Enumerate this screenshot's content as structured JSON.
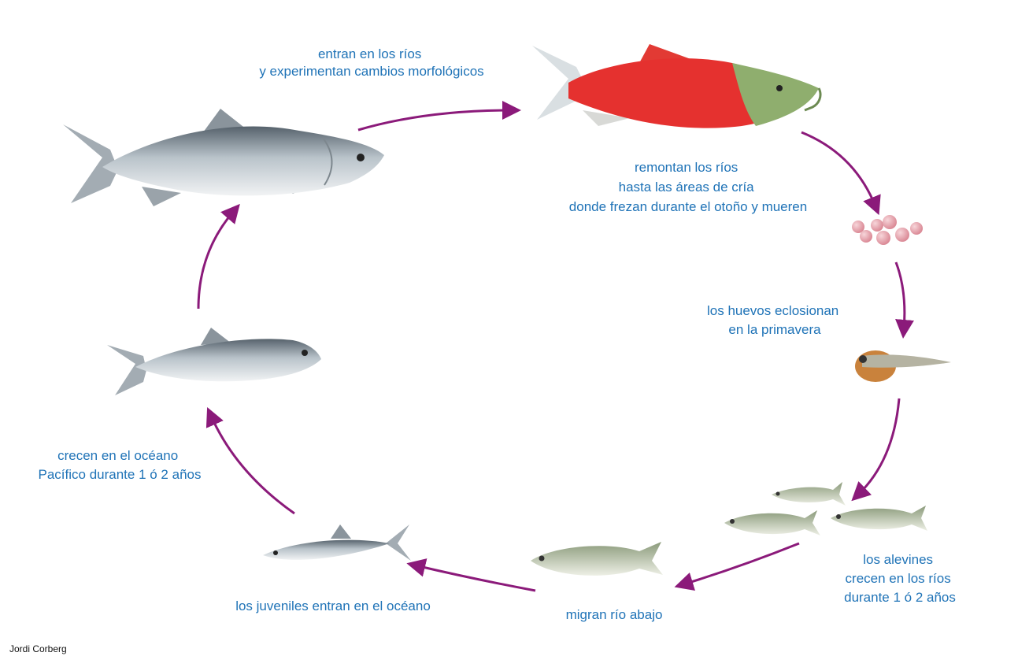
{
  "colors": {
    "arrow": "#8b1a7a",
    "label": "#1f73b7",
    "sea_fish_back": "#5f6a73",
    "sea_fish_belly": "#e9edf0",
    "spawn_body": "#e5312f",
    "spawn_head": "#8fae6e",
    "egg": "#e8a6ae",
    "fry": "#c9823c"
  },
  "stages": {
    "river_entry": [
      "entran en los ríos",
      "y experimentan cambios morfológicos"
    ],
    "spawning": [
      "remontan los ríos",
      "hasta las áreas de cría",
      "donde frezan durante el otoño y mueren"
    ],
    "hatching": [
      "los huevos eclosionan",
      "en la primavera"
    ],
    "fry": [
      "los alevines",
      "crecen en los ríos",
      "durante 1 ó 2 años"
    ],
    "migration": [
      "migran río abajo"
    ],
    "juveniles": [
      "los juveniles entran en el océano"
    ],
    "ocean_growth": [
      "crecen en el océano",
      "Pacífico durante 1 ó 2 años"
    ]
  },
  "credit": "Jordi Corberg"
}
